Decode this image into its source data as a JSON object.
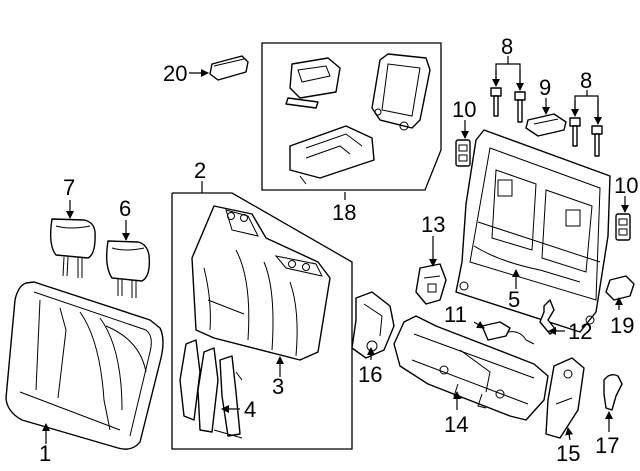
{
  "callouts": {
    "c1": "1",
    "c2": "2",
    "c3": "3",
    "c4": "4",
    "c5": "5",
    "c6": "6",
    "c7": "7",
    "c8a": "8",
    "c8b": "8",
    "c9": "9",
    "c10a": "10",
    "c10b": "10",
    "c11": "11",
    "c12": "12",
    "c13": "13",
    "c14": "14",
    "c15": "15",
    "c16": "16",
    "c17": "17",
    "c18": "18",
    "c19": "19",
    "c20": "20"
  }
}
